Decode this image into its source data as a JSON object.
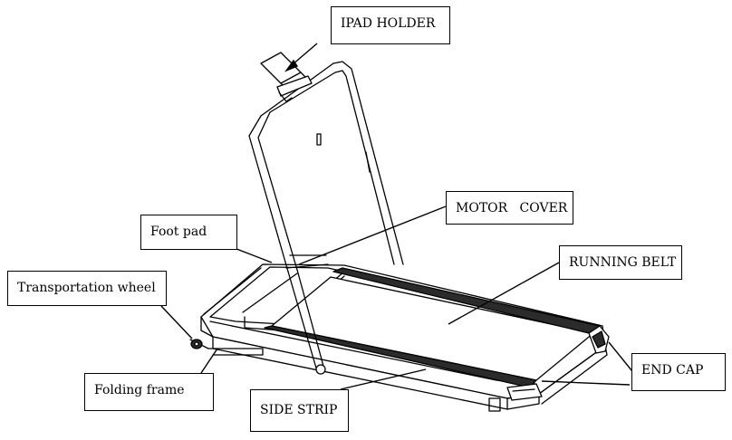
{
  "labels": {
    "ipad_holder": "IPAD HOLDER",
    "motor_cover": "MOTOR   COVER",
    "foot_pad": "Foot pad",
    "running_belt": "RUNNING BELT",
    "transportation_wheel": "Transportation wheel",
    "end_cap": "END CAP",
    "folding_frame": "Folding frame",
    "side_strip": "SIDE STRIP"
  },
  "colors": {
    "line": "#000000",
    "belt": "#2b2b2b",
    "background": "#ffffff"
  }
}
